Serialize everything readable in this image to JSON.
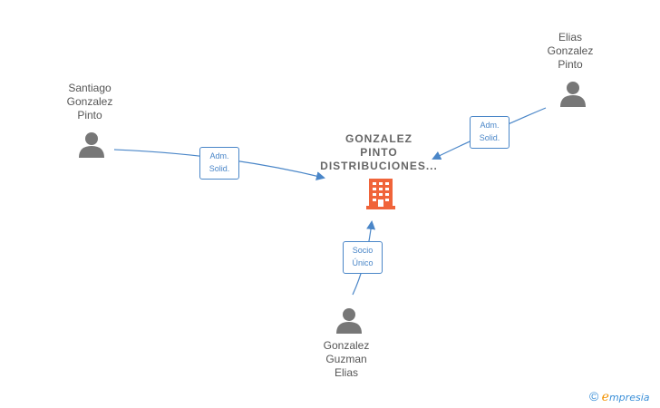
{
  "company": {
    "name": "GONZALEZ PINTO DISTRIBUCIONES...",
    "name_lines": [
      "GONZALEZ",
      "PINTO",
      "DISTRIBUCIONES..."
    ],
    "icon": "building-icon",
    "color": "#f0643a"
  },
  "people": [
    {
      "id": "santiago",
      "name_lines": [
        "Santiago",
        "Gonzalez",
        "Pinto"
      ],
      "icon": "person-icon"
    },
    {
      "id": "elias-gp",
      "name_lines": [
        "Elias",
        "Gonzalez",
        "Pinto"
      ],
      "icon": "person-icon"
    },
    {
      "id": "gonzalez-ge",
      "name_lines": [
        "Gonzalez",
        "Guzman",
        "Elias"
      ],
      "icon": "person-icon"
    }
  ],
  "relations": [
    {
      "from": "santiago",
      "label_lines": [
        "Adm.",
        "Solid."
      ]
    },
    {
      "from": "elias-gp",
      "label_lines": [
        "Adm.",
        "Solid."
      ]
    },
    {
      "from": "gonzalez-ge",
      "label_lines": [
        "Socio",
        "Único"
      ]
    }
  ],
  "colors": {
    "edge": "#4a86c8",
    "person": "#777777",
    "label_text": "#555555"
  },
  "footer": {
    "copyright": "©",
    "brand_initial": "e",
    "brand_rest": "mpresia"
  }
}
